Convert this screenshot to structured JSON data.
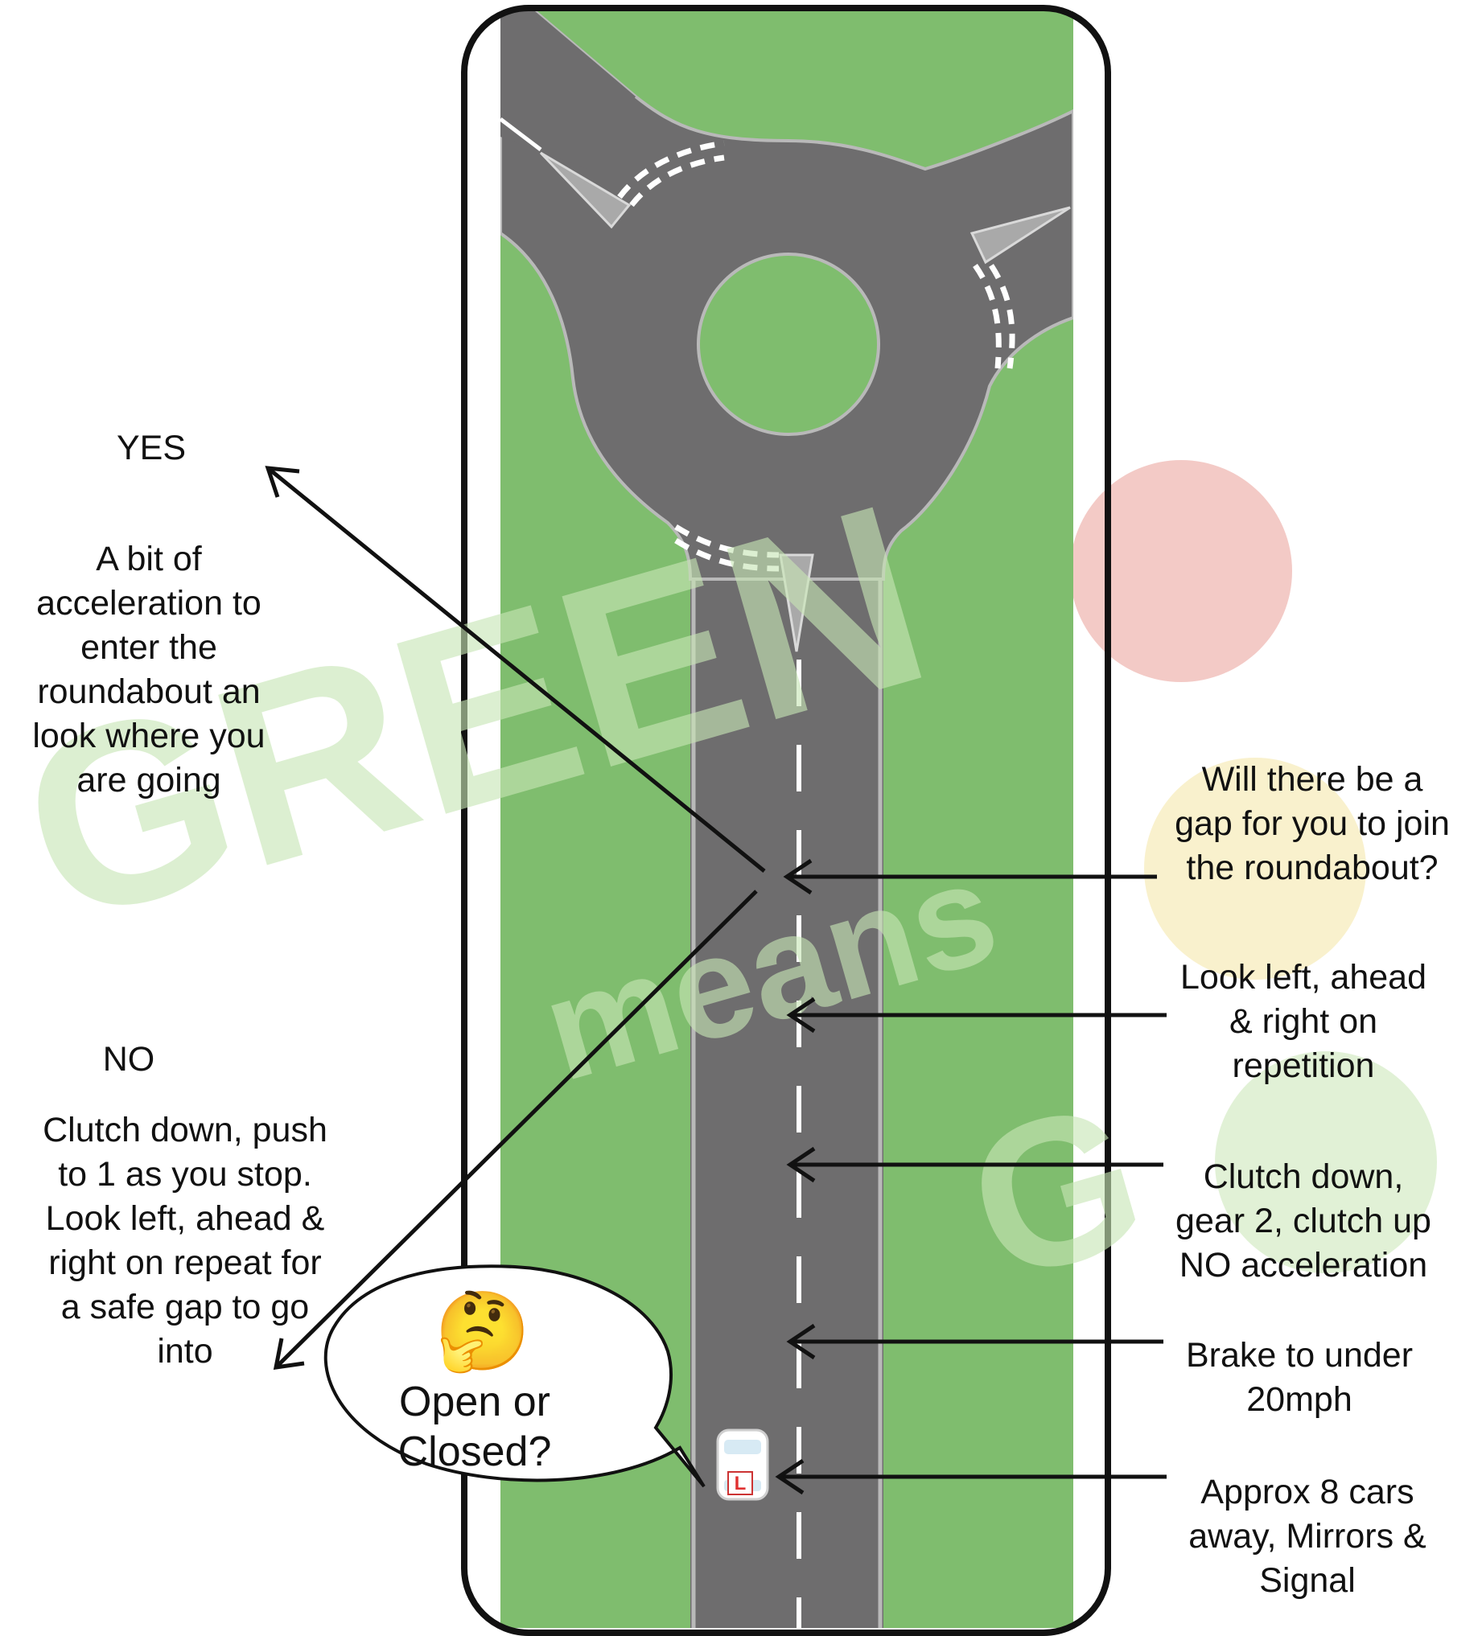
{
  "watermark": {
    "big_word": "GREEN",
    "small_word": "means",
    "tail_letter": "G",
    "green_hex": "#c8e6b5",
    "red_hex": "#efb8b3",
    "amber_hex": "#f7ecbc"
  },
  "colors": {
    "grass": "#7fbd6e",
    "road": "#6e6d6e",
    "outline": "#111111"
  },
  "left_labels": {
    "yes_heading": "YES",
    "yes_line1": "A bit of",
    "yes_line2": "acceleration to",
    "yes_line3": "enter the",
    "yes_line4": "roundabout an",
    "yes_line5": "look where you",
    "yes_line6": "are going",
    "no_heading": "NO",
    "no_line1": "Clutch down, push",
    "no_line2": "to 1 as you stop.",
    "no_line3": "Look left, ahead &",
    "no_line4": "right on repeat for",
    "no_line5": "a safe gap to go",
    "no_line6": "into"
  },
  "bubble": {
    "emoji": "🤔",
    "line1": "Open or",
    "line2": "Closed?"
  },
  "right_labels": {
    "gap_line1": "Will there be a",
    "gap_line2": "gap for you to join",
    "gap_line3": "the roundabout?",
    "look_line1": "Look left, ahead",
    "look_line2": "& right on",
    "look_line3": "repetition",
    "clutch_line1": "Clutch down,",
    "clutch_line2": "gear 2, clutch up",
    "clutch_line3": "NO acceleration",
    "brake_line1": "Brake to under",
    "brake_line2": "20mph",
    "approx_line1": "Approx 8 cars",
    "approx_line2": "away, Mirrors &",
    "approx_line3": "Signal"
  },
  "car": {
    "plate_letter": "L"
  }
}
